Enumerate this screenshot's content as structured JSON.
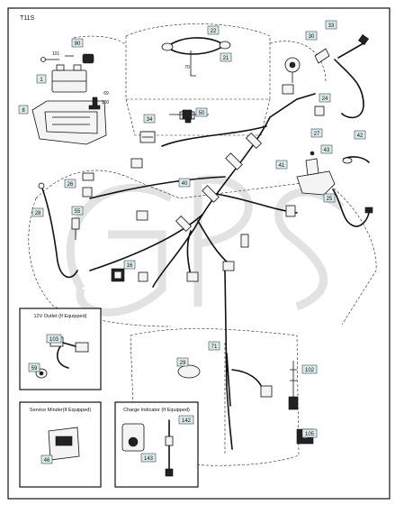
{
  "diagram": {
    "code": "T11S",
    "callouts": [
      "1",
      "8",
      "22",
      "27",
      "33",
      "30",
      "90",
      "21",
      "16",
      "24",
      "29",
      "34",
      "50",
      "28",
      "26",
      "40",
      "41",
      "42",
      "43",
      "25",
      "55",
      "71",
      "102",
      "103",
      "59",
      "105",
      "46",
      "142",
      "143"
    ],
    "small_labels": [
      "70",
      "100",
      "69",
      "101"
    ]
  },
  "insets": {
    "outlet": {
      "title": "12V Outlet (If Equipped)",
      "labels": [
        "103",
        "59"
      ]
    },
    "service_minder": {
      "title": "Service Minder(If Equipped)",
      "labels": [
        "46"
      ]
    },
    "charge_indicator": {
      "title": "Charge Indicator (If Equipped)",
      "labels": [
        "142",
        "143"
      ]
    }
  }
}
